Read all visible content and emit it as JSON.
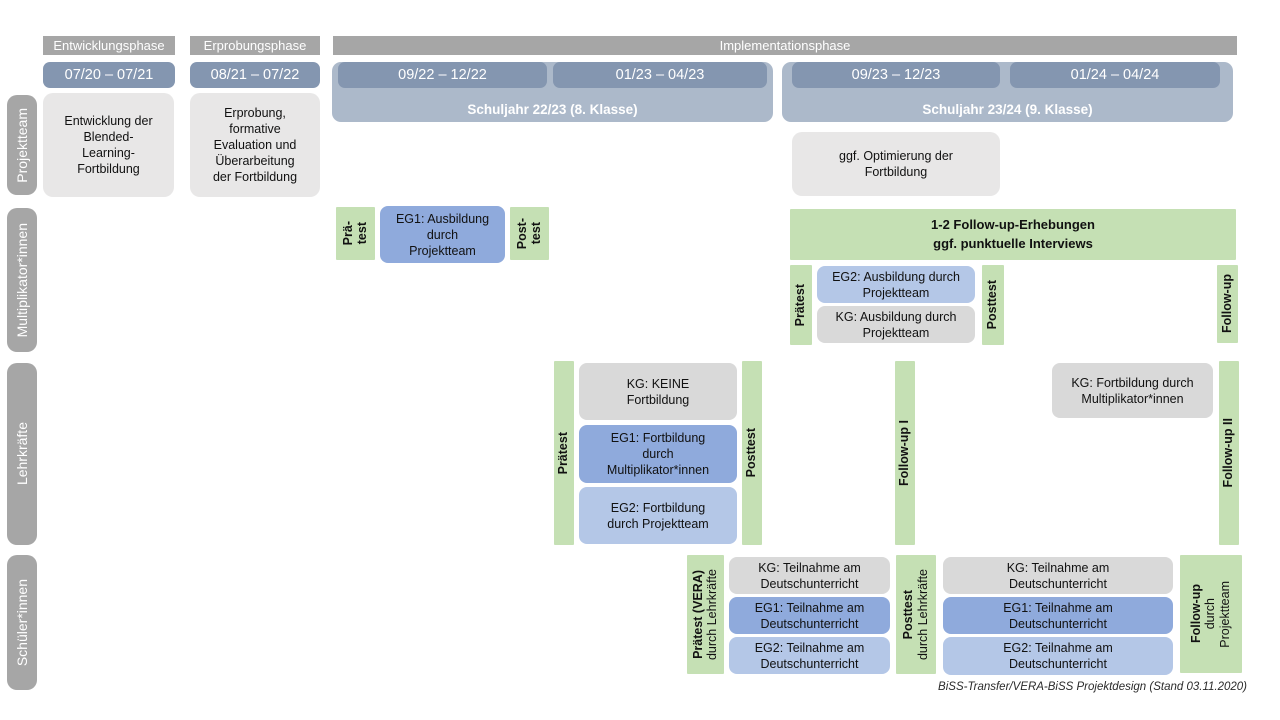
{
  "caption": "BiSS-Transfer/VERA-BiSS Projektdesign (Stand 03.11.2020)",
  "colors": {
    "phase_gray": "#a6a6a6",
    "date_blue": "#8496b0",
    "schoolyear_band_blue": "#acb9ca",
    "light_gray_box": "#e8e7e7",
    "kg_gray": "#d9d9d9",
    "eg1_blue": "#8faadc",
    "eg2_blue": "#b4c7e7",
    "test_green": "#c5e0b4"
  },
  "phases": {
    "entwicklung": "Entwicklungsphase",
    "erprobung": "Erprobungsphase",
    "implementation": "Implementationsphase"
  },
  "dates": {
    "d1": "07/20 – 07/21",
    "d2": "08/21 – 07/22",
    "d3": "09/22 – 12/22",
    "d4": "01/23 – 04/23",
    "d5": "09/23 – 12/23",
    "d6": "01/24 – 04/24"
  },
  "school_years": {
    "sy1": "Schuljahr 22/23 (8. Klasse)",
    "sy2": "Schuljahr 23/24 (9. Klasse)"
  },
  "row_labels": {
    "projektteam": "Projektteam",
    "multiplikatoren": "Multiplikator*innen",
    "lehrkraefte": "Lehrkräfte",
    "schueler": "Schüler*innen"
  },
  "projektteam": {
    "entwicklung_box": "Entwicklung der\nBlended-\nLearning-\nFortbildung",
    "erprobung_box": "Erprobung,\nformative\nEvaluation und\nÜberarbeitung\nder Fortbildung",
    "optimierung_box": "ggf. Optimierung der\nFortbildung"
  },
  "multiplikatoren": {
    "praetest1_l1": "Prä-",
    "praetest1_l2": "test",
    "eg1": "EG1: Ausbildung\ndurch\nProjektteam",
    "posttest1_l1": "Post-",
    "posttest1_l2": "test",
    "followup_band": "1-2 Follow-up-Erhebungen\nggf. punktuelle Interviews",
    "praetest2": "Prätest",
    "eg2": "EG2: Ausbildung durch\nProjektteam",
    "kg": "KG: Ausbildung durch\nProjektteam",
    "posttest2": "Posttest",
    "followup": "Follow-up"
  },
  "lehrkraefte": {
    "praetest": "Prätest",
    "kg_keine": "KG: KEINE\nFortbildung",
    "eg1": "EG1: Fortbildung\ndurch\nMultiplikator*innen",
    "eg2": "EG2: Fortbildung\ndurch Projektteam",
    "posttest": "Posttest",
    "followup1": "Follow-up I",
    "kg_fortbildung": "KG: Fortbildung durch\nMultiplikator*innen",
    "followup2": "Follow-up II"
  },
  "schueler": {
    "praetest_main": "Prätest (VERA)",
    "praetest_sub": "durch Lehrkräfte",
    "kg1": "KG: Teilnahme am\nDeutschunterricht",
    "eg1a": "EG1: Teilnahme am\nDeutschunterricht",
    "eg2a": "EG2: Teilnahme am\nDeutschunterricht",
    "posttest_main": "Posttest",
    "posttest_sub": "durch Lehrkräfte",
    "kg2": "KG: Teilnahme am\nDeutschunterricht",
    "eg1b": "EG1: Teilnahme am\nDeutschunterricht",
    "eg2b": "EG2: Teilnahme am\nDeutschunterricht",
    "followup_main": "Follow-up",
    "followup_sub1": "durch",
    "followup_sub2": "Projektteam"
  }
}
